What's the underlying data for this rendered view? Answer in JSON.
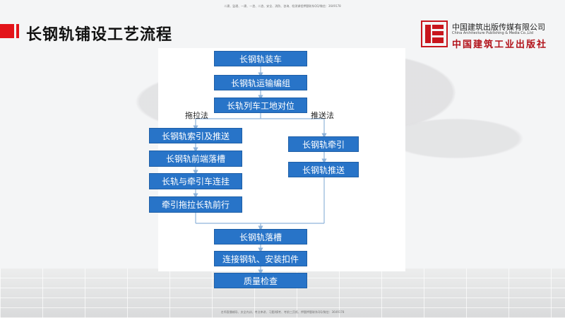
{
  "header": {
    "top_note": "二建、监理、一建、一造、二造、安全、消防、咨询、检测课程押题联系QQ/微信：3649178",
    "title": "长钢轨铺设工艺流程",
    "publisher_cn": "中国建筑出版传媒有限公司",
    "publisher_en": "China Architecture Publishing & Media Co.,Ltd",
    "publisher_cn2": "中国建筑工业出版社"
  },
  "footer": {
    "bottom_note": "名师直播辅导、夫全内训、考点串讲、习题/模考、考前三页纸、押题押题联系QQ/微信：3649178"
  },
  "flow": {
    "step1": "长钢轨装车",
    "step2": "长钢轨运输编组",
    "step3": "长轨列车工地对位",
    "left_branch_label": "拖拉法",
    "right_branch_label": "推送法",
    "left1": "长钢轨索引及推送",
    "left2": "长钢轨前端落槽",
    "left3": "长轨与牵引车连挂",
    "left4": "牵引拖拉长轨前行",
    "right1": "长钢轨牵引",
    "right2": "长钢轨推送",
    "final1": "长钢轨落槽",
    "final2": "连接钢轨、安装扣件",
    "final3": "质量检查"
  },
  "colors": {
    "box_fill": "#2874c8",
    "accent": "#e3141a",
    "connector": "#8fb3d9"
  }
}
